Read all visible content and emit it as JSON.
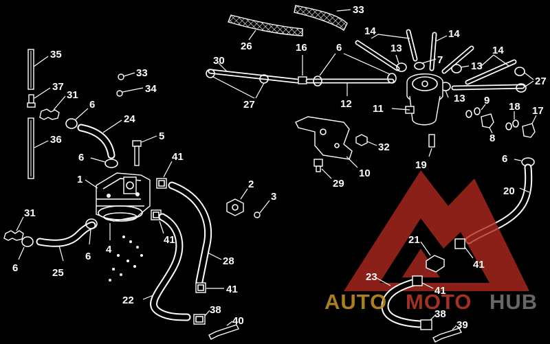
{
  "labels": {
    "p35": "35",
    "p37": "37",
    "p31a": "31",
    "p36": "36",
    "p33a": "33",
    "p34": "34",
    "p6a": "6",
    "p24": "24",
    "p5": "5",
    "p6b": "6",
    "p41a": "41",
    "p1": "1",
    "p2": "2",
    "p3": "3",
    "p41b": "41",
    "p31b": "31",
    "p4": "4",
    "p6c": "6",
    "p6d": "6",
    "p25": "25",
    "p28": "28",
    "p22": "22",
    "p41c": "41",
    "p38a": "38",
    "p40": "40",
    "p26": "26",
    "p33b": "33",
    "p14a": "14",
    "p14b": "14",
    "p14c": "14",
    "p13a": "13",
    "p13b": "13",
    "p13c": "13",
    "p30": "30",
    "p16": "16",
    "p6e": "6",
    "p7": "7",
    "p27a": "27",
    "p27b": "27",
    "p12": "12",
    "p11": "11",
    "p9": "9",
    "p18": "18",
    "p17": "17",
    "p8": "8",
    "p32": "32",
    "p10": "10",
    "p29": "29",
    "p19": "19",
    "p6f": "6",
    "p20": "20",
    "p21": "21",
    "p41d": "41",
    "p23": "23",
    "p41e": "41",
    "p38b": "38",
    "p39": "39"
  },
  "watermark": {
    "part1": "AUTO",
    "part2": "MOTO",
    "part3": "HUB",
    "color_red": "#c0392b",
    "color_gold": "#c8962a",
    "color_gray": "#7a7a7a"
  }
}
